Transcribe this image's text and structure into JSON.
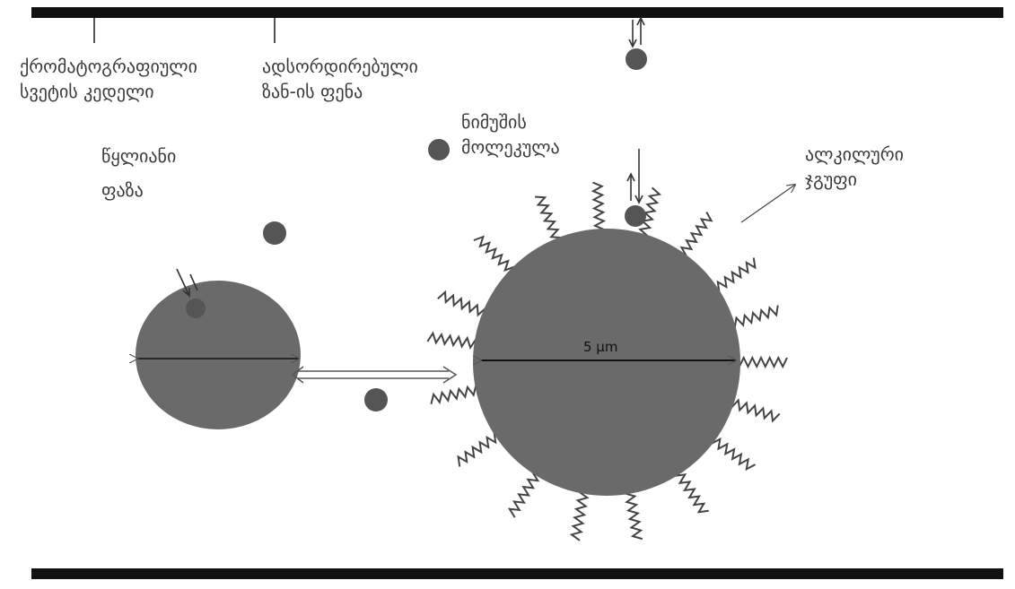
{
  "labels": {
    "column_wall_1": "ქრომატოგრაფიული",
    "column_wall_2": "სვეტის კედელი",
    "adsorbed_layer_1": "ადსორდირებული",
    "adsorbed_layer_2": "ზან-ის ფენა",
    "aqueous_phase_1": "წყლიანი",
    "aqueous_phase_2": "ფაზა",
    "sample_molecule_1": "ნიმუშის",
    "sample_molecule_2": "მოლეკულა",
    "alkyl_group_1": "ალკილური",
    "alkyl_group_2": "ჯგუფი",
    "particle_size": "5 μm"
  },
  "colors": {
    "particle": "#6a6a6a",
    "molecule": "#555555",
    "frame": "#111111",
    "text": "#3a3a3a"
  }
}
